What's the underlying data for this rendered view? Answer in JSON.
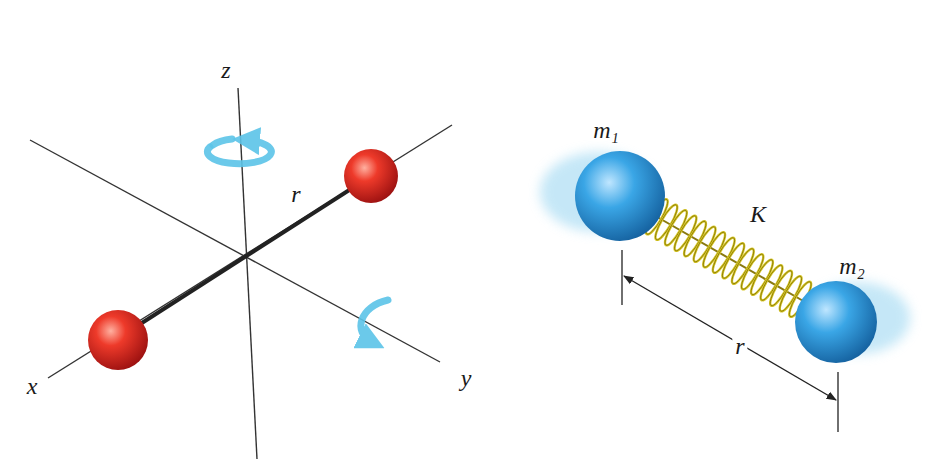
{
  "diagram": {
    "labels": [
      "z",
      "r",
      "x",
      "y",
      "m₁",
      "K",
      "m₂",
      "r"
    ]
  }
}
